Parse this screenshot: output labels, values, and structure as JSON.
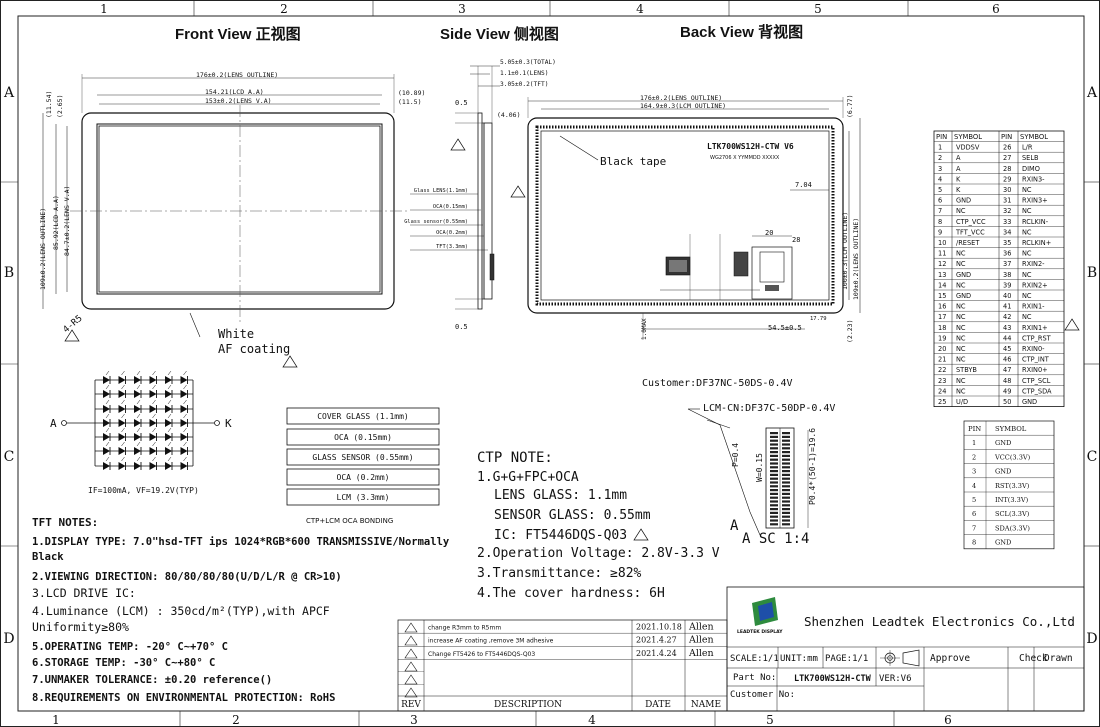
{
  "border": {
    "columns": [
      "1",
      "2",
      "3",
      "4",
      "5",
      "6"
    ],
    "rows": [
      "A",
      "B",
      "C",
      "D"
    ]
  },
  "views": {
    "front": "Front View 正视图",
    "side": "Side View 侧视图",
    "back": "Back View 背视图"
  },
  "front_dims": {
    "lens_outline_w": "176±0.2(LENS OUTLINE)",
    "lcd_aa": "154.21(LCD A.A)",
    "lens_va": "153±0.2(LENS V.A)",
    "right_a": "(10.89)",
    "right_b": "(11.5)",
    "top_a": "(11.54)",
    "top_b": "(2.65)",
    "lens_outline_h": "109±0.2(LENS OUTLINE)",
    "lcd_aa_h": "85.92(LCD A.A)",
    "lens_va_h": "84.7±0.2(LENS V.A)",
    "corner": "4-R5",
    "white_label": "White",
    "af_label": "AF coating"
  },
  "side_dims": {
    "total": "5.05±0.3(TOTAL)",
    "lens": "1.1±0.1(LENS)",
    "tft": "3.05±0.2(TFT)",
    "top_gap": "0.5",
    "bottom_gap": "0.5",
    "layer_labels": [
      "Glass LENS(1.1mm)",
      "OCA(0.15mm)",
      "Glass sensor(0.55mm)",
      "OCA(0.2mm)",
      "TFT(3.3mm)"
    ]
  },
  "back_dims": {
    "lens_outline": "176±0.2(LENS OUTLINE)",
    "lcm_outline": "164.9±0.3(LCM OUTLINE)",
    "left_gap": "(4.06)",
    "top_right": "(6.77)",
    "model": "LTK700WS12H-CTW V6",
    "model_sub": "WG2706 X YYMMDD XXXXX",
    "black_tape": "Black tape",
    "dim_704": "7.04",
    "dim_20": "20",
    "dim_28": "28",
    "dim_545": "54.5±0.5",
    "dim_1779": "17.79",
    "dim_223": "(2.23)",
    "right_outline": "109±0.2(LENS OUTLINE)",
    "right_lcm": "100±0.3(LCM OUTLINE)",
    "fpc_label": "1.0MAX"
  },
  "pin_table": {
    "headers": [
      "PIN",
      "SYMBOL",
      "PIN",
      "SYMBOL"
    ],
    "rows": [
      [
        "1",
        "VDDSV",
        "26",
        "L/R"
      ],
      [
        "2",
        "A",
        "27",
        "SELB"
      ],
      [
        "3",
        "A",
        "28",
        "DIMO"
      ],
      [
        "4",
        "K",
        "29",
        "RXIN3-"
      ],
      [
        "5",
        "K",
        "30",
        "NC"
      ],
      [
        "6",
        "GND",
        "31",
        "RXIN3+"
      ],
      [
        "7",
        "NC",
        "32",
        "NC"
      ],
      [
        "8",
        "CTP_VCC",
        "33",
        "RCLKIN-"
      ],
      [
        "9",
        "TFT_VCC",
        "34",
        "NC"
      ],
      [
        "10",
        "/RESET",
        "35",
        "RCLKIN+"
      ],
      [
        "11",
        "NC",
        "36",
        "NC"
      ],
      [
        "12",
        "NC",
        "37",
        "RXIN2-"
      ],
      [
        "13",
        "GND",
        "38",
        "NC"
      ],
      [
        "14",
        "NC",
        "39",
        "RXIN2+"
      ],
      [
        "15",
        "GND",
        "40",
        "NC"
      ],
      [
        "16",
        "NC",
        "41",
        "RXIN1-"
      ],
      [
        "17",
        "NC",
        "42",
        "NC"
      ],
      [
        "18",
        "NC",
        "43",
        "RXIN1+"
      ],
      [
        "19",
        "NC",
        "44",
        "CTP_RST"
      ],
      [
        "20",
        "NC",
        "45",
        "RXIN0-"
      ],
      [
        "21",
        "NC",
        "46",
        "CTP_INT"
      ],
      [
        "22",
        "STBYB",
        "47",
        "RXIN0+"
      ],
      [
        "23",
        "NC",
        "48",
        "CTP_SCL"
      ],
      [
        "24",
        "NC",
        "49",
        "CTP_SDA"
      ],
      [
        "25",
        "U/D",
        "50",
        "GND"
      ]
    ]
  },
  "ctp_pin_table": {
    "headers": [
      "PIN",
      "SYMBOL"
    ],
    "rows": [
      [
        "1",
        "GND"
      ],
      [
        "2",
        "VCC(3.3V)"
      ],
      [
        "3",
        "GND"
      ],
      [
        "4",
        "RST(3.3V)"
      ],
      [
        "5",
        "INT(3.3V)"
      ],
      [
        "6",
        "SCL(3.3V)"
      ],
      [
        "7",
        "SDA(3.3V)"
      ],
      [
        "8",
        "GND"
      ]
    ]
  },
  "led": {
    "anode": "A",
    "cathode": "K",
    "note": "IF=100mA, VF=19.2V(TYP)"
  },
  "stack": {
    "layers": [
      "COVER GLASS (1.1mm)",
      "OCA (0.15mm)",
      "GLASS SENSOR (0.55mm)",
      "OCA (0.2mm)",
      "LCM (3.3mm)"
    ],
    "caption": "CTP+LCM OCA BONDING"
  },
  "connector": {
    "customer": "Customer:DF37NC-50DS-0.4V",
    "lcm_cn": "LCM-CN:DF37C-50DP-0.4V",
    "pitch": "P=0.4",
    "width": "W=0.15",
    "span": "P0.4*(50-1)=19.6",
    "scale": "A SC 1:4",
    "detail": "A"
  },
  "tft_notes": {
    "title": "TFT NOTES:",
    "lines": [
      "1.DISPLAY TYPE:  7.0\"hsd-TFT ips 1024*RGB*600 TRANSMISSIVE/Normally",
      "Black",
      "2.VIEWING DIRECTION: 80/80/80/80(U/D/L/R @ CR>10)",
      "3.LCD DRIVE IC:",
      "4.Luminance (LCM) : 350cd/m²(TYP),with APCF",
      "Uniformity≥80%",
      "5.OPERATING TEMP: -20° C~+70° C",
      "6.STORAGE TEMP: -30° C~+80° C",
      "7.UNMAKER TOLERANCE: ±0.20 referencе()",
      "8.REQUIREMENTS ON ENVIRONMENTAL PROTECTION: RoHS"
    ]
  },
  "ctp_notes": {
    "title": "CTP NOTE:",
    "lines": [
      "1.G+G+FPC+OCA",
      "LENS GLASS: 1.1mm",
      "SENSOR GLASS: 0.55mm",
      "IC: FT5446DQS-Q03",
      "2.Operation Voltage: 2.8V-3.3 V",
      "3.Transmittance: ≥82%",
      "4.The cover hardness: 6H"
    ]
  },
  "revisions": {
    "rows": [
      [
        "change R3mm to R5mm",
        "2021.10.18",
        "Allen"
      ],
      [
        "increase AF coating ,remove 3M adhesive",
        "2021.4.27",
        "Allen"
      ],
      [
        "Change FT5426 to FT5446DQS-Q03",
        "2021.4.24",
        "Allen"
      ]
    ],
    "footer": [
      "REV",
      "DESCRIPTION",
      "DATE",
      "NAME"
    ]
  },
  "title_block": {
    "company": "Shenzhen Leadtek Electronics Co.,Ltd",
    "logo_text": "LEADTEK DISPLAY",
    "scale": "SCALE:1/1",
    "unit": "UNIT:mm",
    "page": "PAGE:1/1",
    "approve": "Approve",
    "check": "Check",
    "drawn": "Drawn",
    "part_no_label": "Part No:",
    "part_no": "LTK700WS12H-CTW",
    "ver": "VER:V6",
    "customer_label": "Customer No:"
  }
}
